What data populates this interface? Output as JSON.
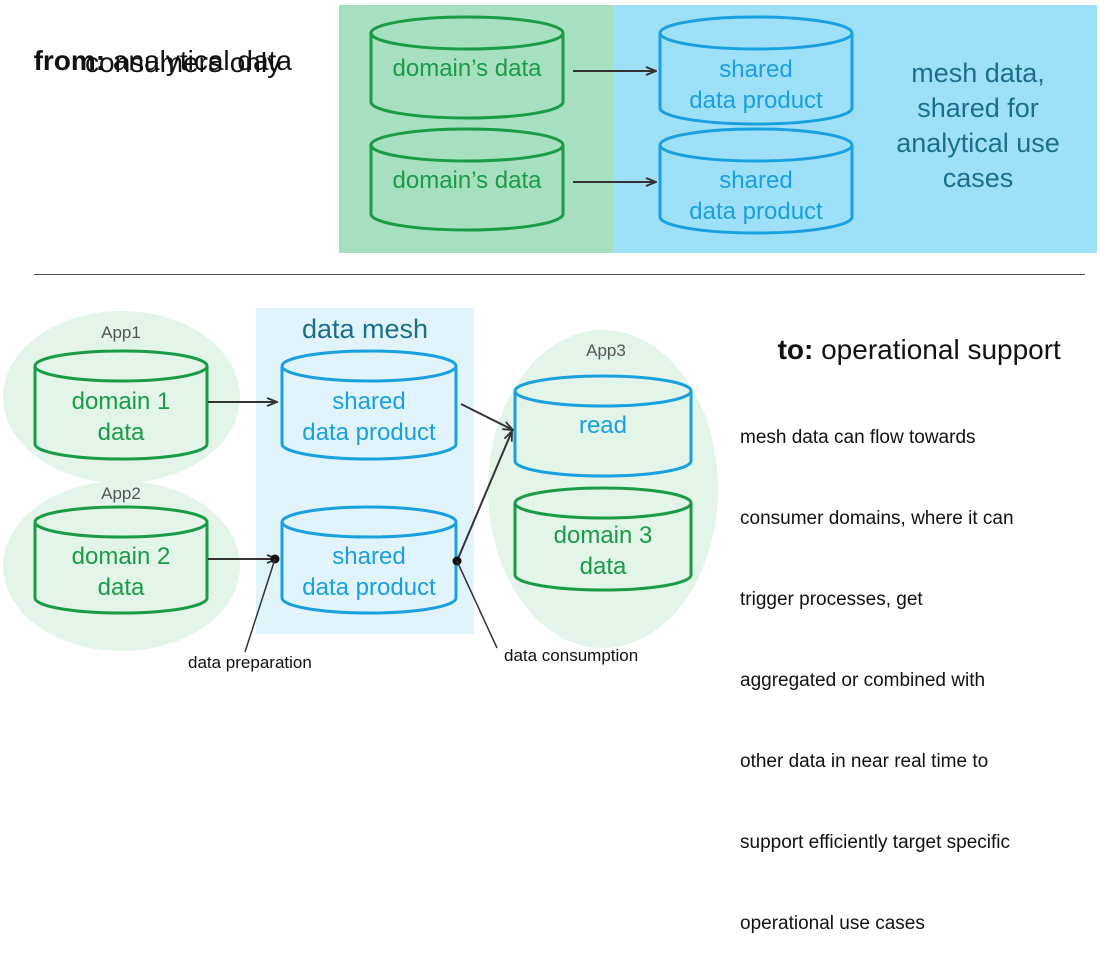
{
  "top": {
    "from_bold": "from:",
    "from_text": " analytical data",
    "from_line2": "consumers only",
    "domain_cyl_1": "domain’s data",
    "domain_cyl_2": "domain’s data",
    "shared_1": {
      "line1": "shared",
      "line2": "data product"
    },
    "shared_2": {
      "line1": "shared",
      "line2": "data product"
    },
    "mesh_note": [
      "mesh data,",
      "shared for",
      "analytical use",
      "cases"
    ]
  },
  "bottom": {
    "to_bold": "to:",
    "to_text": " operational support",
    "mesh_label": "data mesh",
    "app1": {
      "label": "App1",
      "line1": "domain 1",
      "line2": "data"
    },
    "app2": {
      "label": "App2",
      "line1": "domain 2",
      "line2": "data"
    },
    "shared_a": {
      "line1": "shared",
      "line2": "data product"
    },
    "shared_b": {
      "line1": "shared",
      "line2": "data product"
    },
    "app3": {
      "label": "App3",
      "read": "read",
      "line1": "domain 3",
      "line2": "data"
    },
    "callout_prep": "data preparation",
    "callout_consume": "data consumption",
    "description": [
      "mesh data can flow towards",
      "consumer domains, where it can",
      "trigger processes, get",
      "aggregated or combined with",
      "other data in near real time to",
      "support efficiently target specific",
      "operational use cases"
    ]
  },
  "colors": {
    "green": "#1a9b47",
    "green_fill": "#a6e0c0",
    "green_soft": "#e3f4e8",
    "blue": "#18a0e0",
    "blue_fill": "#9ee0f8",
    "blue_soft": "#e2f4fb",
    "mesh_text": "#1a6f8c"
  }
}
